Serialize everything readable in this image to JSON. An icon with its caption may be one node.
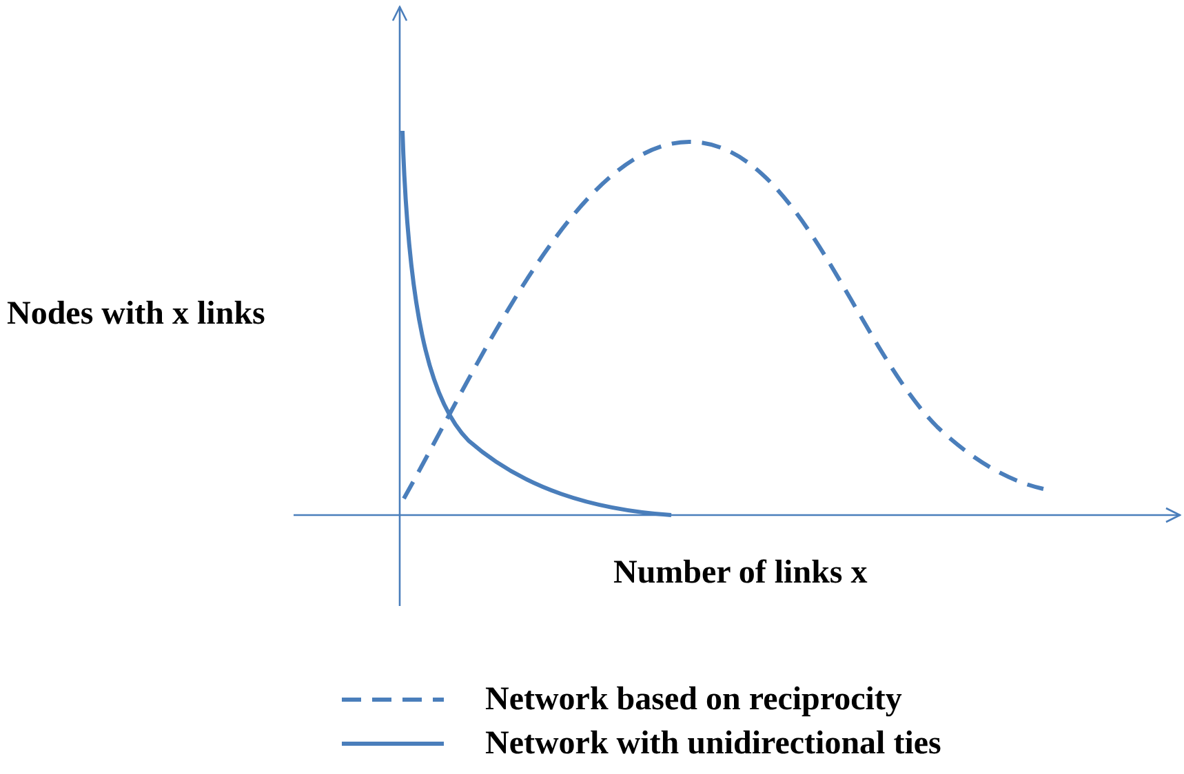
{
  "diagram": {
    "labels": [
      "Nodes with x links",
      "Number of links x"
    ],
    "legend": [
      {
        "text": "Network based on reciprocity"
      },
      {
        "text": "Network with unidirectional ties"
      }
    ]
  }
}
